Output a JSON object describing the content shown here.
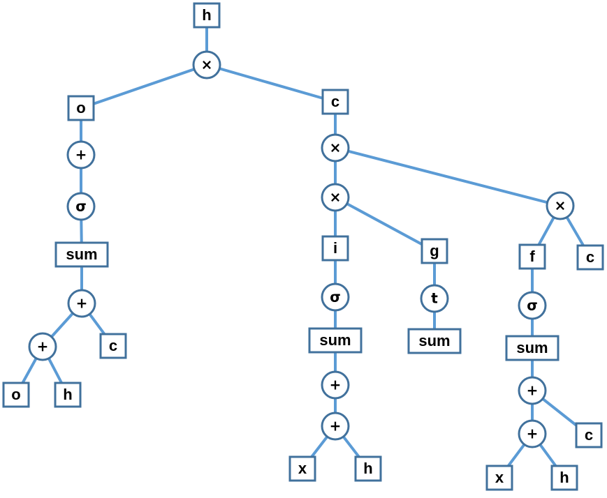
{
  "diagram": {
    "nodes": [
      {
        "id": "n1",
        "kind": "box",
        "label": "h"
      },
      {
        "id": "n2",
        "kind": "op",
        "label": "×"
      },
      {
        "id": "n3",
        "kind": "box",
        "label": "o"
      },
      {
        "id": "n4",
        "kind": "op",
        "label": "+"
      },
      {
        "id": "n5",
        "kind": "op",
        "label": "σ"
      },
      {
        "id": "n6",
        "kind": "box",
        "label": "sum"
      },
      {
        "id": "n7",
        "kind": "op",
        "label": "+"
      },
      {
        "id": "n8",
        "kind": "op",
        "label": "+"
      },
      {
        "id": "n9",
        "kind": "box",
        "label": "c"
      },
      {
        "id": "n10",
        "kind": "box",
        "label": "o"
      },
      {
        "id": "n11",
        "kind": "box",
        "label": "h"
      },
      {
        "id": "n12",
        "kind": "box",
        "label": "c"
      },
      {
        "id": "n13",
        "kind": "op",
        "label": "×"
      },
      {
        "id": "n14",
        "kind": "op",
        "label": "×"
      },
      {
        "id": "n15",
        "kind": "op",
        "label": "×"
      },
      {
        "id": "n16",
        "kind": "box",
        "label": "i"
      },
      {
        "id": "n17",
        "kind": "box",
        "label": "g"
      },
      {
        "id": "n18",
        "kind": "op",
        "label": "σ"
      },
      {
        "id": "n19",
        "kind": "box",
        "label": "sum"
      },
      {
        "id": "n20",
        "kind": "op",
        "label": "+"
      },
      {
        "id": "n21",
        "kind": "op",
        "label": "+"
      },
      {
        "id": "n22",
        "kind": "box",
        "label": "x"
      },
      {
        "id": "n23",
        "kind": "box",
        "label": "h"
      },
      {
        "id": "n24",
        "kind": "op",
        "label": "t"
      },
      {
        "id": "n25",
        "kind": "box",
        "label": "sum"
      },
      {
        "id": "n26",
        "kind": "box",
        "label": "f"
      },
      {
        "id": "n27",
        "kind": "box",
        "label": "c"
      },
      {
        "id": "n28",
        "kind": "op",
        "label": "σ"
      },
      {
        "id": "n29",
        "kind": "box",
        "label": "sum"
      },
      {
        "id": "n30",
        "kind": "op",
        "label": "+"
      },
      {
        "id": "n31",
        "kind": "op",
        "label": "+"
      },
      {
        "id": "n32",
        "kind": "box",
        "label": "c"
      },
      {
        "id": "n33",
        "kind": "box",
        "label": "x"
      },
      {
        "id": "n34",
        "kind": "box",
        "label": "h"
      }
    ],
    "edges": [
      [
        "n1",
        "n2"
      ],
      [
        "n2",
        "n3"
      ],
      [
        "n2",
        "n12"
      ],
      [
        "n3",
        "n4"
      ],
      [
        "n4",
        "n5"
      ],
      [
        "n5",
        "n6"
      ],
      [
        "n6",
        "n7"
      ],
      [
        "n7",
        "n8"
      ],
      [
        "n7",
        "n9"
      ],
      [
        "n8",
        "n10"
      ],
      [
        "n8",
        "n11"
      ],
      [
        "n12",
        "n13"
      ],
      [
        "n13",
        "n14"
      ],
      [
        "n13",
        "n15"
      ],
      [
        "n14",
        "n16"
      ],
      [
        "n14",
        "n17"
      ],
      [
        "n16",
        "n18"
      ],
      [
        "n18",
        "n19"
      ],
      [
        "n19",
        "n20"
      ],
      [
        "n20",
        "n21"
      ],
      [
        "n21",
        "n22"
      ],
      [
        "n21",
        "n23"
      ],
      [
        "n17",
        "n24"
      ],
      [
        "n24",
        "n25"
      ],
      [
        "n15",
        "n26"
      ],
      [
        "n15",
        "n27"
      ],
      [
        "n26",
        "n28"
      ],
      [
        "n28",
        "n29"
      ],
      [
        "n29",
        "n30"
      ],
      [
        "n30",
        "n31"
      ],
      [
        "n30",
        "n32"
      ],
      [
        "n31",
        "n33"
      ],
      [
        "n31",
        "n34"
      ]
    ]
  }
}
